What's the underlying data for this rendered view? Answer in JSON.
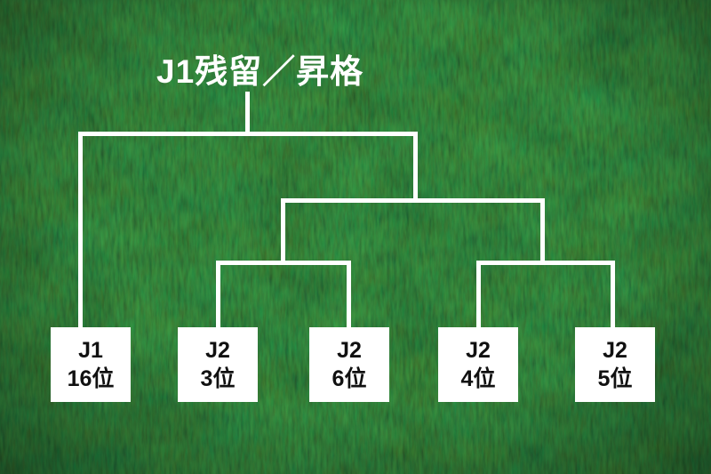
{
  "title": "J1残留／昇格",
  "bracket": {
    "teams": [
      {
        "league": "J1",
        "rank": "16位"
      },
      {
        "league": "J2",
        "rank": "3位"
      },
      {
        "league": "J2",
        "rank": "6位"
      },
      {
        "league": "J2",
        "rank": "4位"
      },
      {
        "league": "J2",
        "rank": "5位"
      }
    ]
  },
  "colors": {
    "line": "#ffffff",
    "title_text": "#ffffff",
    "box_background": "#ffffff",
    "box_text": "#111111"
  }
}
